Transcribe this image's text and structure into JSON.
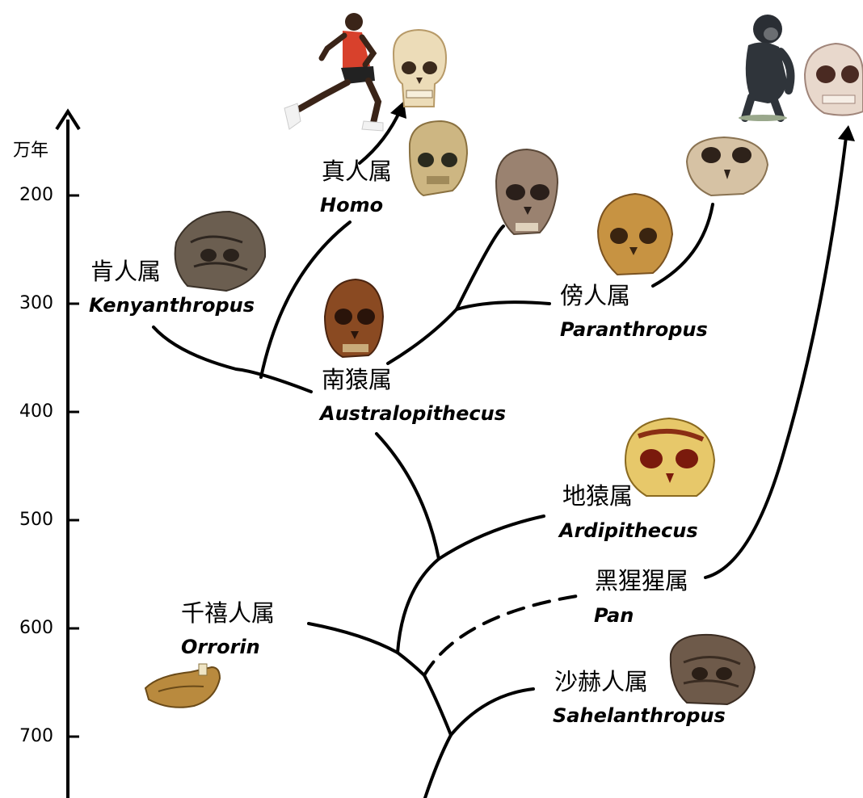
{
  "axis": {
    "unit": "万年",
    "ticks": [
      {
        "value": 200,
        "label": "200"
      },
      {
        "value": 300,
        "label": "300"
      },
      {
        "value": 400,
        "label": "400"
      },
      {
        "value": 500,
        "label": "500"
      },
      {
        "value": 600,
        "label": "600"
      },
      {
        "value": 700,
        "label": "700"
      }
    ]
  },
  "genera": {
    "homo": {
      "zh": "真人属",
      "latin": "Homo"
    },
    "kenyanthropus": {
      "zh": "肯人属",
      "latin": "Kenyanthropus"
    },
    "australopithecus": {
      "zh": "南猿属",
      "latin": "Australopithecus"
    },
    "paranthropus": {
      "zh": "傍人属",
      "latin": "Paranthropus"
    },
    "ardipithecus": {
      "zh": "地猿属",
      "latin": "Ardipithecus"
    },
    "pan": {
      "zh": "黑猩猩属",
      "latin": "Pan"
    },
    "orrorin": {
      "zh": "千禧人属",
      "latin": "Orrorin"
    },
    "sahelanthropus": {
      "zh": "沙赫人属",
      "latin": "Sahelanthropus"
    }
  },
  "colors": {
    "line": "#000000",
    "skull_bone": "#e9d9b6",
    "fossil_brown": "#8a5a2b",
    "fossil_dark": "#5a4535",
    "runner_shirt": "#d8412c"
  }
}
